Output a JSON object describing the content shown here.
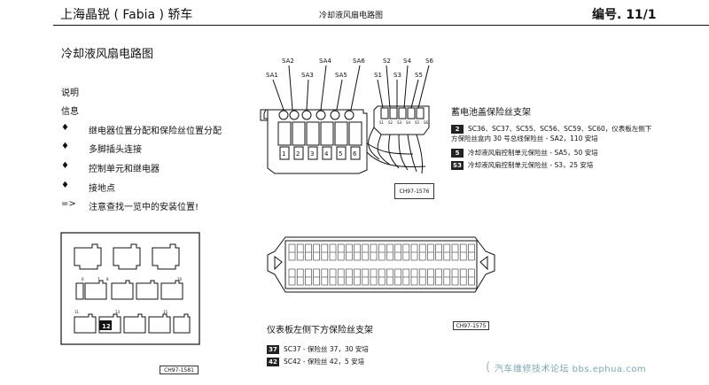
{
  "header": {
    "title": "上海晶锐 ( Fabia ) 轿车",
    "center": "冷却液风扇电路图",
    "page": "编号. 11/1"
  },
  "page_title": "冷却液风扇电路图",
  "legend": {
    "heading1": "说明",
    "heading2": "信息",
    "items": [
      {
        "marker": "♦",
        "text": "继电器位置分配和保险丝位置分配"
      },
      {
        "marker": "♦",
        "text": "多脚插头连接"
      },
      {
        "marker": "♦",
        "text": "控制单元和继电器"
      },
      {
        "marker": "♦",
        "text": "接地点"
      },
      {
        "marker": "=>",
        "text": "注意查找一览中的安装位置!"
      }
    ]
  },
  "battery_fuse": {
    "labels_top": [
      "SA2",
      "SA4",
      "SA6",
      "S2",
      "S4",
      "S6"
    ],
    "labels_bottom": [
      "SA1",
      "SA3",
      "SA5",
      "S1",
      "S3",
      "S5"
    ],
    "slot_numbers": [
      "1",
      "2",
      "3",
      "4",
      "5",
      "6"
    ],
    "small_labels": [
      "S1",
      "S2",
      "S3",
      "S4",
      "S5",
      "S6"
    ],
    "tag": "CH97-1576",
    "title": "蓄电池盖保险丝支架",
    "entries": [
      {
        "code": "2",
        "text": "SC36、SC37、SC55、SC56、SC59、SC60，仪表板左侧下方保险丝盒内 30 号总线保险丝 - SA2，110 安培"
      },
      {
        "code": "5",
        "text": "冷却液风扇控制单元保险丝 - SA5，50 安培"
      },
      {
        "code": "S3",
        "text": "冷却液风扇控制单元保险丝 - S3，25 安培"
      }
    ]
  },
  "relay_panel": {
    "tag": "CH97-1581",
    "highlight_label": "12",
    "row_numbers": [
      "11",
      "13",
      "15"
    ],
    "small_markers": [
      "6",
      "7",
      "8",
      "10"
    ]
  },
  "dash_fuse": {
    "tag": "CH97-1575",
    "title": "仪表板左侧下方保险丝支架",
    "entries": [
      {
        "code": "37",
        "text": "SC37 - 保险丝 37，30 安培"
      },
      {
        "code": "42",
        "text": "SC42 - 保险丝 42，5 安培"
      }
    ]
  },
  "watermark": "汽车维修技术论坛 bbs.ephua.com"
}
